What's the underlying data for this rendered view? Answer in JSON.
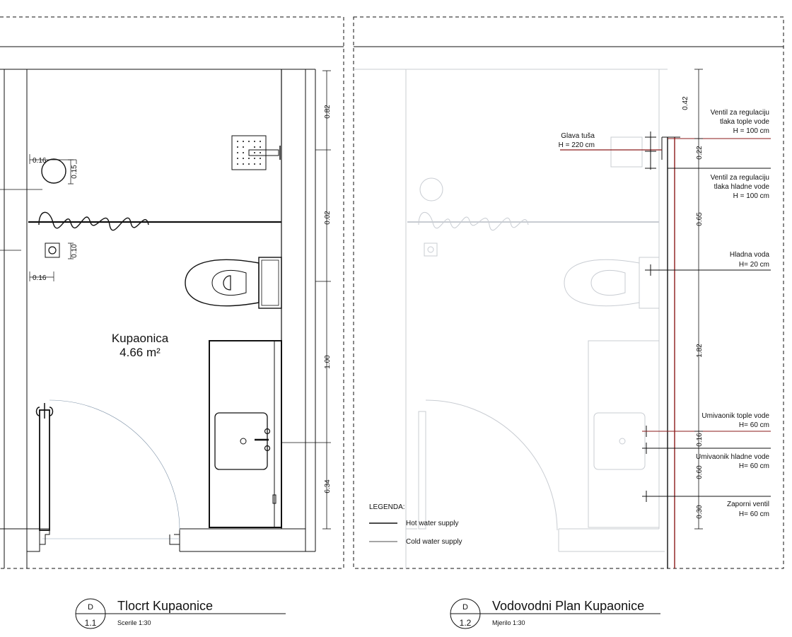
{
  "plan_left": {
    "room_name": "Kupaonica",
    "room_area": "4.66 m²",
    "dim_vertical": [
      "0.82",
      "0.02",
      "1.00",
      "6.34"
    ],
    "dim_small": [
      "0.16",
      "0.15",
      "0.10",
      "0.16"
    ]
  },
  "plan_right": {
    "dim_vertical": [
      "0.42",
      "0.22",
      "0.65",
      "1.82",
      "0.16",
      "0.60",
      "0.30"
    ],
    "shower_label": [
      "Glava tuša",
      "H = 220 cm"
    ],
    "labels": [
      [
        "Ventil za regulaciju",
        "tlaka tople vode",
        "H = 100 cm"
      ],
      [
        "Ventil za regulaciju",
        "tlaka hladne vode",
        "H = 100 cm"
      ],
      [
        "Hladna voda",
        "H= 20 cm"
      ],
      [
        "Umivaonik tople vode",
        "H= 60 cm"
      ],
      [
        "Umivaonik hladne vode",
        "H= 60 cm"
      ],
      [
        "Zaporni ventil",
        "H= 60 cm"
      ]
    ],
    "legend": {
      "title": "LEGENDA:",
      "items": [
        "Hot water supply",
        "Cold water supply"
      ]
    }
  },
  "title_blocks": [
    {
      "letter": "D",
      "number": "1.1",
      "title": "Tlocrt Kupaonice",
      "scale": "Scerile 1:30"
    },
    {
      "letter": "D",
      "number": "1.2",
      "title": "Vodovodni Plan Kupaonice",
      "scale": "Mjerilo 1:30"
    }
  ],
  "colors": {
    "ink": "#111111",
    "hot_pipe": "#8b1a1a",
    "faded": "#c8ccd2"
  }
}
